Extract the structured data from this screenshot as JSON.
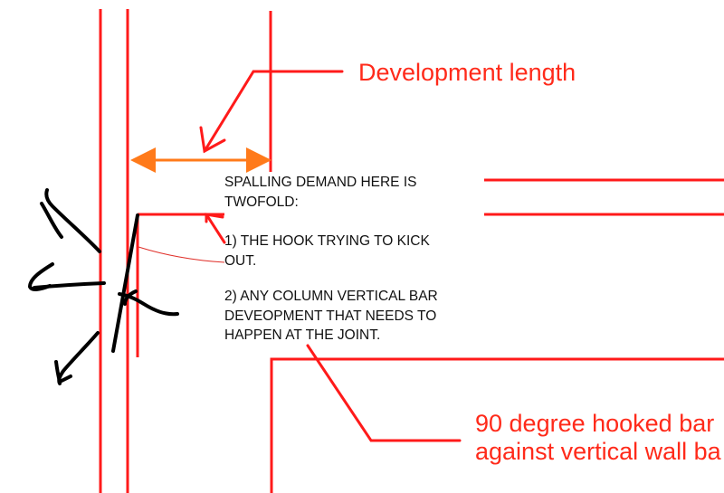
{
  "colors": {
    "linework": "#ff1a1a",
    "label_text": "#ff2a1a",
    "dimension_arrow": "#ff7a1a",
    "sketch": "#000000",
    "note_text": "#111111",
    "background": "#ffffff"
  },
  "labels": {
    "development_length": "Development length",
    "hooked_bar_line1": "90 degree hooked bar",
    "hooked_bar_line2": "against vertical wall ba"
  },
  "note": {
    "lines": [
      "SPALLING DEMAND HERE IS",
      "TWOFOLD:",
      "",
      "1) THE HOOK TRYING TO KICK",
      "OUT.",
      "",
      "2) ANY COLUMN VERTICAL BAR",
      "DEVEOPMENT THAT NEEDS TO",
      "HAPPEN AT THE JOINT."
    ]
  }
}
